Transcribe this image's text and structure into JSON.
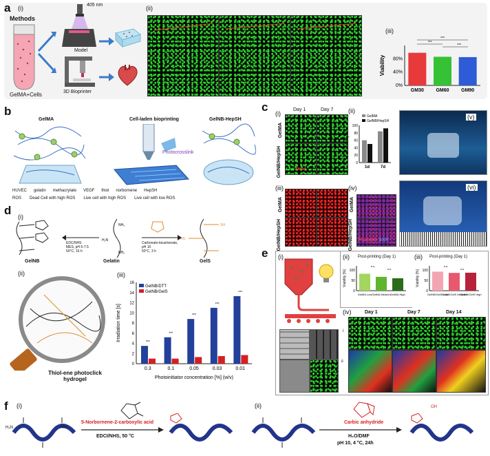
{
  "panel_a": {
    "label": "a",
    "sub_i": "(i)",
    "sub_ii": "(ii)",
    "sub_iii": "(iii)",
    "methods_title": "Methods",
    "laser": "405 nm",
    "model": "Model",
    "bioprinter": "3D Bioprinter",
    "tube_caption": "GelMA+Cells",
    "viability_chart": {
      "type": "bar",
      "ylabel": "Viability",
      "categories": [
        "GM30",
        "GM60",
        "GM90"
      ],
      "values": [
        98,
        86,
        85
      ],
      "yticks": [
        "0%",
        "40%",
        "80%"
      ],
      "ylim": [
        0,
        120
      ],
      "colors": [
        "#e83a3a",
        "#35c235",
        "#2e5bd6"
      ],
      "sig_labels": [
        "***",
        "***",
        "***"
      ]
    }
  },
  "panel_b": {
    "label": "b",
    "gelma": "GelMA",
    "cellladen": "Cell-laden bioprinting",
    "gelnb": "GelNB-HepSH",
    "photocrosslink": "Photocrosslink",
    "legend": [
      "HUVEC",
      "gelatin",
      "methacrylate",
      "VEGF",
      "thiol",
      "norbornene",
      "HepSH",
      "ROS",
      "Dead Cell with high ROS",
      "Live cell with high ROS",
      "Live cell with low ROS"
    ]
  },
  "panel_c": {
    "label": "c",
    "sub_i": "(i)",
    "sub_ii": "(ii)",
    "sub_iii": "(iii)",
    "sub_iv": "(iv)",
    "sub_v": "(v)",
    "sub_vi": "(vi)",
    "day1": "Day 1",
    "day7": "Day 7",
    "row_gelma": "GelMA",
    "row_gelnb": "GelNB/HepSH",
    "live": "Live",
    "dead": "Dead",
    "phalloidin": "Phalloidin",
    "dapi": "DAPI",
    "chart": {
      "type": "bar",
      "ylabel": "Cell viability/%",
      "categories": [
        "1d",
        "7d"
      ],
      "series": [
        {
          "name": "GelMA",
          "values": [
            60,
            84
          ],
          "color": "#8a8a8a"
        },
        {
          "name": "GelNB/HepSH",
          "values": [
            50,
            92
          ],
          "color": "#111111"
        }
      ],
      "yticks": [
        "0",
        "20",
        "40",
        "60",
        "80",
        "100"
      ],
      "ylim": [
        0,
        100
      ]
    }
  },
  "panel_d": {
    "label": "d",
    "sub_i": "(i)",
    "sub_ii": "(ii)",
    "sub_iii": "(iii)",
    "gelnb": "GelNB",
    "gelatin": "Gelatin",
    "gels": "GelS",
    "cond_left": "EDC/NHS\nMES, pH 6-7.5\n50°C, 16 h",
    "cond_right": "Carbonate-bicarbonate,\npH 10\n50°C, 3 h",
    "hydrogel_caption": "Thiol-ene photoclick hydrogel",
    "chart": {
      "type": "bar",
      "ylabel": "Irradiation time [s]",
      "xlabel": "Photoinitiator concentration [%] (w/v)",
      "categories": [
        "0.3",
        "0.1",
        "0.05",
        "0.03",
        "0.01"
      ],
      "series": [
        {
          "name": "GelNB/DTT",
          "values": [
            3.5,
            5.2,
            8.8,
            11.0,
            13.3
          ],
          "color": "#23409a"
        },
        {
          "name": "GelNB/GelS",
          "values": [
            1.0,
            1.0,
            1.3,
            1.5,
            1.7
          ],
          "color": "#d42020"
        }
      ],
      "yticks": [
        "0",
        "2",
        "4",
        "6",
        "8",
        "10",
        "12",
        "14",
        "16"
      ],
      "ylim": [
        0,
        16
      ],
      "sig": "***"
    }
  },
  "panel_e": {
    "label": "e",
    "sub_i": "(i)",
    "sub_ii": "(ii)",
    "sub_iii": "(iii)",
    "sub_iv": "(iv)",
    "title_ii": "Post-printing (Day 1)",
    "title_iii": "Post-printing (Day 1)",
    "chart_ii": {
      "type": "bar",
      "ylabel": "Viability [%]",
      "categories": [
        "GelMA Low",
        "GelMA Medium",
        "GelMA High"
      ],
      "values": [
        82,
        67,
        60
      ],
      "colors": [
        "#a3d65c",
        "#5fb52e",
        "#2c6b1a"
      ],
      "yticks": [
        "0",
        "50",
        "100"
      ],
      "ylim": [
        0,
        120
      ],
      "sig": [
        "n.s.",
        "n.s."
      ]
    },
    "chart_iii": {
      "type": "bar",
      "ylabel": "Viability [%]",
      "categories": [
        "GelNB/GelS Low",
        "GelNB/GelS Medium",
        "GelNB/GelS High"
      ],
      "values": [
        92,
        86,
        87
      ],
      "colors": [
        "#f3a5b1",
        "#e8596f",
        "#b7223b"
      ],
      "yticks": [
        "0",
        "50",
        "100"
      ],
      "ylim": [
        0,
        120
      ],
      "sig": [
        "n.s.",
        "n.s."
      ]
    },
    "day1": "Day 1",
    "day7": "Day 7",
    "day14": "Day 14",
    "row_i": "i",
    "row_ii": "ii"
  },
  "panel_f": {
    "label": "f",
    "sub_i": "(i)",
    "sub_ii": "(ii)",
    "reagent_i": "5-Norbornene-2-carboxylic acid",
    "cond_i": "EDCI/NHS, 50 °C",
    "reagent_ii": "Carbic anhydride",
    "cond_ii_1": "H₂O/DMF",
    "cond_ii_2": "pH 10, 4 °C, 24h",
    "nh2": "NH₂",
    "h2n": "H₂N",
    "oh": "OH"
  }
}
